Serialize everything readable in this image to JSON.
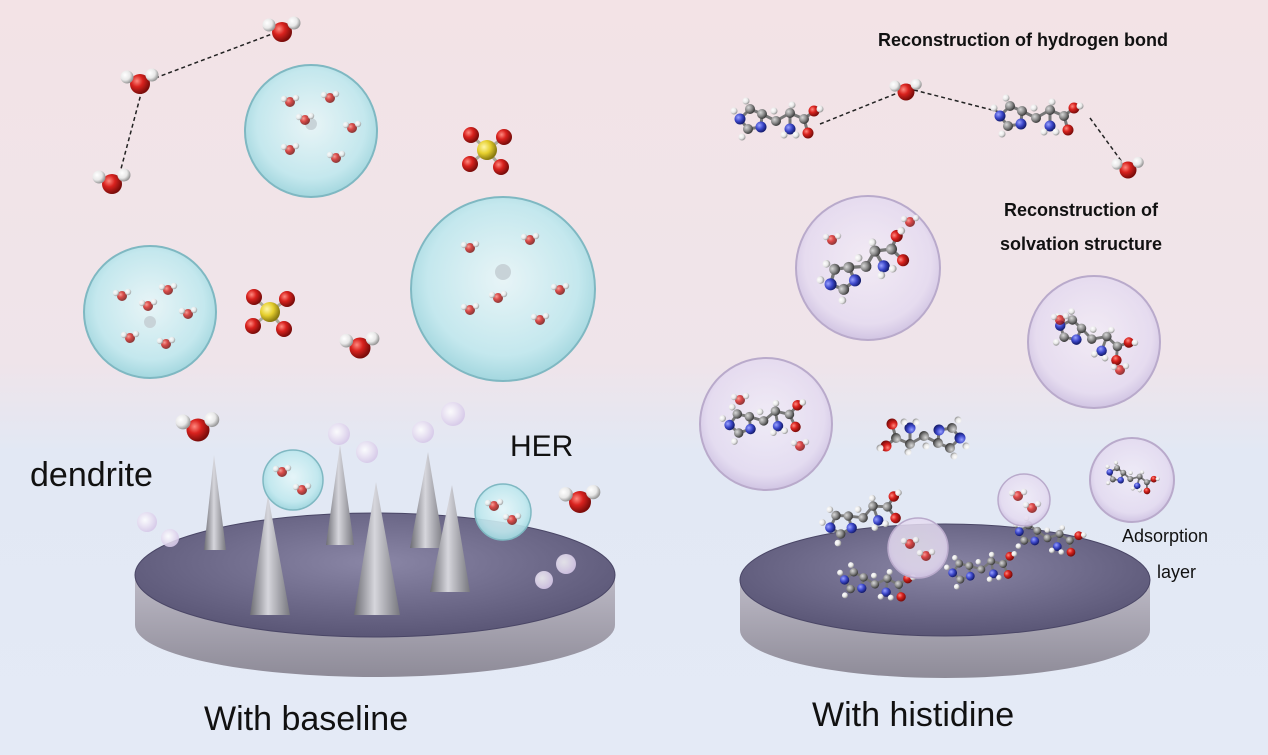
{
  "labels": {
    "dendrite": "dendrite",
    "her": "HER",
    "with_baseline": "With baseline",
    "with_histidine": "With histidine",
    "hbond": "Reconstruction of hydrogen bond",
    "solvation_line1": "Reconstruction of",
    "solvation_line2": "solvation structure",
    "adsorption_line1": "Adsorption",
    "adsorption_line2": "layer"
  },
  "colors": {
    "oxygen": "#d9221e",
    "hydrogen": "#f2f2f2",
    "sulfur": "#e6cf2e",
    "carbon": "#8c8c8c",
    "nitrogen": "#3b46c9",
    "baseline_bubble": "#bfe8ee",
    "histidine_bubble": "#e4daf0",
    "disk_top": "#6e6a8c",
    "disk_side": "#a9a6b3",
    "dendrite": "#9b9ba2"
  }
}
